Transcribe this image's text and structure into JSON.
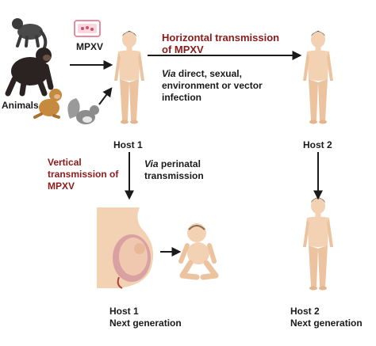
{
  "labels": {
    "animals": "Animals",
    "virus": "MPXV",
    "host1": "Host 1",
    "host2": "Host 2",
    "horizontal_title": "Horizontal transmission\nof MPXV",
    "horizontal_via_word": "Via",
    "horizontal_via_rest": " direct, sexual,\nenvironment or vector\ninfection",
    "vertical_title": "Vertical\ntransmission of\nMPXV",
    "vertical_via_word": "Via",
    "vertical_via_rest": " perinatal\ntransmission",
    "host1_next": "Host 1\nNext generation",
    "host2_next": "Host 2\nNext generation"
  },
  "colors": {
    "accent_red": "#8b1a1a",
    "skin": "#f3d2b3",
    "skin_shadow": "#e3b48e",
    "hair": "#2e1f14",
    "arrow": "#1a1a1a",
    "virus_box": "#e88aa0"
  },
  "icons": [
    "monkey-icon",
    "chimpanzee-icon",
    "macaque-icon",
    "squirrel-icon",
    "virus-icon",
    "pregnant-icon",
    "baby-icon"
  ]
}
